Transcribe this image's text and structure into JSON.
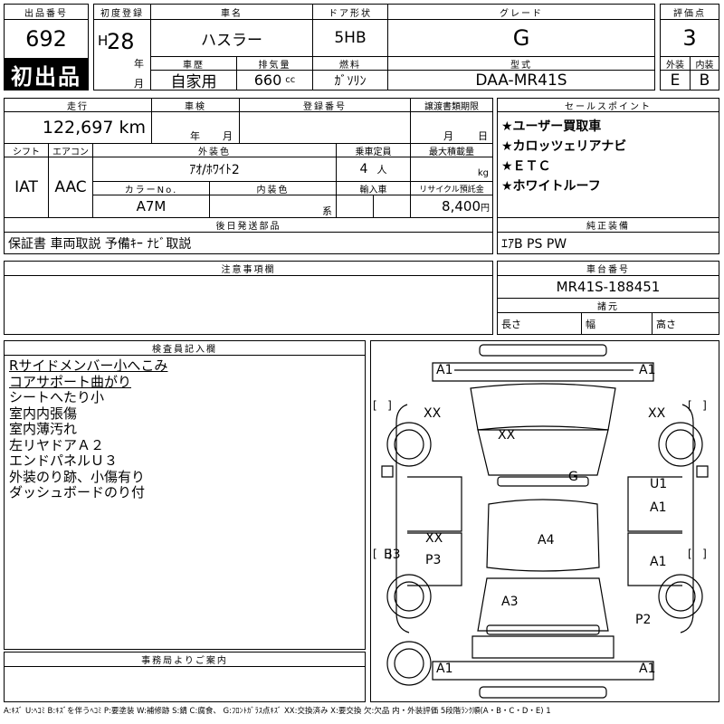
{
  "header": {
    "lot_label": "出品番号",
    "lot_number": "692",
    "first_listing": "初出品",
    "first_reg_label": "初度登録",
    "era": "H",
    "year": "28",
    "year_unit": "年",
    "month_unit": "月",
    "car_name_label": "車名",
    "car_name": "ハスラー",
    "door_label": "ドア形状",
    "door": "5HB",
    "grade_label": "グレード",
    "grade": "G",
    "score_label": "評価点",
    "score": "3",
    "history_label": "車歴",
    "history": "自家用",
    "displacement_label": "排気量",
    "displacement": "660",
    "cc": "cc",
    "fuel_label": "燃料",
    "fuel": "ｶﾞｿﾘﾝ",
    "model_label": "型式",
    "model": "DAA-MR41S",
    "exterior_label": "外装",
    "exterior": "E",
    "interior_label": "内装",
    "interior": "B"
  },
  "row2": {
    "mileage_label": "走行",
    "mileage": "122,697 km",
    "inspection_label": "車検",
    "year_unit": "年",
    "month_unit": "月",
    "reg_label": "登録番号",
    "transfer_label": "譲渡書類期限",
    "day_unit": "日",
    "shift_label": "シフト",
    "shift": "IAT",
    "ac_label": "エアコン",
    "ac": "AAC",
    "color_label": "外装色",
    "color": "ｱｵ/ﾎﾜｲﾄ2",
    "capacity_label": "乗車定員",
    "capacity": "4",
    "person_unit": "人",
    "maxload_label": "最大積載量",
    "kg": "kg",
    "colorno_label": "カラーNo.",
    "colorno": "A7M",
    "intcolor_label": "内装色",
    "kei": "系",
    "import_label": "輸入車",
    "recycle_label": "リサイクル預託金",
    "recycle": "8,400",
    "yen": "円",
    "later_label": "後日発送部品",
    "later": "保証書 車両取説 予備ｷｰ ﾅﾋﾞ取説"
  },
  "sales": {
    "label": "セールスポイント",
    "items": [
      "★ユーザー買取車",
      "★カロッツェリアナビ",
      "★ＥＴＣ",
      "★ホワイトルーフ"
    ]
  },
  "equip": {
    "label": "純正装備",
    "value": "ｴｱB PS PW"
  },
  "notes": {
    "label": "注意事項欄"
  },
  "chassis": {
    "label": "車台番号",
    "value": "MR41S-188451",
    "dims_label": "諸元",
    "length": "長さ",
    "width": "幅",
    "height": "高さ"
  },
  "inspector": {
    "label": "検査員記入欄",
    "lines": [
      "Rサイドメンバー小へこみ",
      "コアサポート曲がり",
      "シートへたり小",
      "室内内張傷",
      "室内薄汚れ",
      "左リヤドアＡ２",
      "エンドパネルＵ３",
      "外装のり跡、小傷有り",
      "ダッシュボードのり付"
    ]
  },
  "office": {
    "label": "事務局よりご案内"
  },
  "diagram": {
    "marks": [
      "A1",
      "A1",
      "XX",
      "XX",
      "XX",
      "G",
      "U1",
      "A1",
      "XX",
      "P3",
      "A4",
      "A1",
      "B3",
      "A3",
      "P2",
      "A1",
      "A1"
    ]
  },
  "legend": "A:ｷｽﾞ U:ﾍｺﾐ B:ｷｽﾞを伴うﾍｺﾐ P:要塗装 W:補修跡 S:錆 C:腐食、 G:ﾌﾛﾝﾄｶﾞﾗｽ点ｷｽﾞ XX:交換済み X:要交換 欠:欠品 内・外装評価 5段階ﾗﾝｸ順(A・B・C・D・E) 1"
}
